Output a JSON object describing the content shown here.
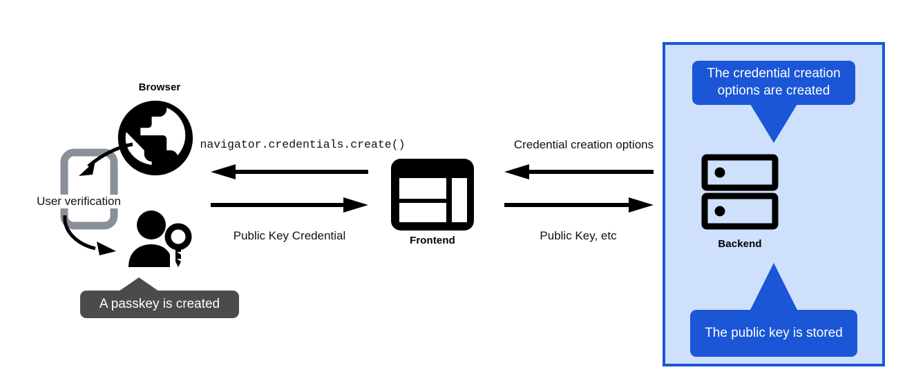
{
  "diagram": {
    "title": "WebAuthn passkey registration flow",
    "colors": {
      "accent_blue": "#1a56d6",
      "panel_blue": "#cfe0fd",
      "tooltip_gray": "#4b4b4b",
      "device_gray": "#8a9099",
      "black": "#000000",
      "white": "#ffffff"
    }
  },
  "client": {
    "browser_label": "Browser",
    "browser_icon": "globe-icon",
    "device_icon": "smartphone-icon",
    "user_verification_label": "User verification",
    "passkey_user_icon": "person-with-key-icon",
    "passkey_tooltip": "A passkey is created"
  },
  "frontend": {
    "label": "Frontend",
    "icon": "browser-window-icon"
  },
  "backend": {
    "label": "Backend",
    "icon": "server-stack-icon",
    "callout_top": "The credential creation options are created",
    "callout_top_lines": [
      "The credential creation",
      "options are created"
    ],
    "callout_bottom": "The public key is stored",
    "callout_bottom_lines": [
      "The public key is",
      "stored"
    ]
  },
  "flows": {
    "browser_to_frontend": {
      "inbound_label": "navigator.credentials.create()",
      "inbound_direction": "left",
      "outbound_label": "Public Key Credential",
      "outbound_direction": "right"
    },
    "frontend_to_backend": {
      "inbound_label": "Credential creation options",
      "inbound_direction": "left",
      "outbound_label": "Public Key, etc",
      "outbound_direction": "right"
    }
  }
}
